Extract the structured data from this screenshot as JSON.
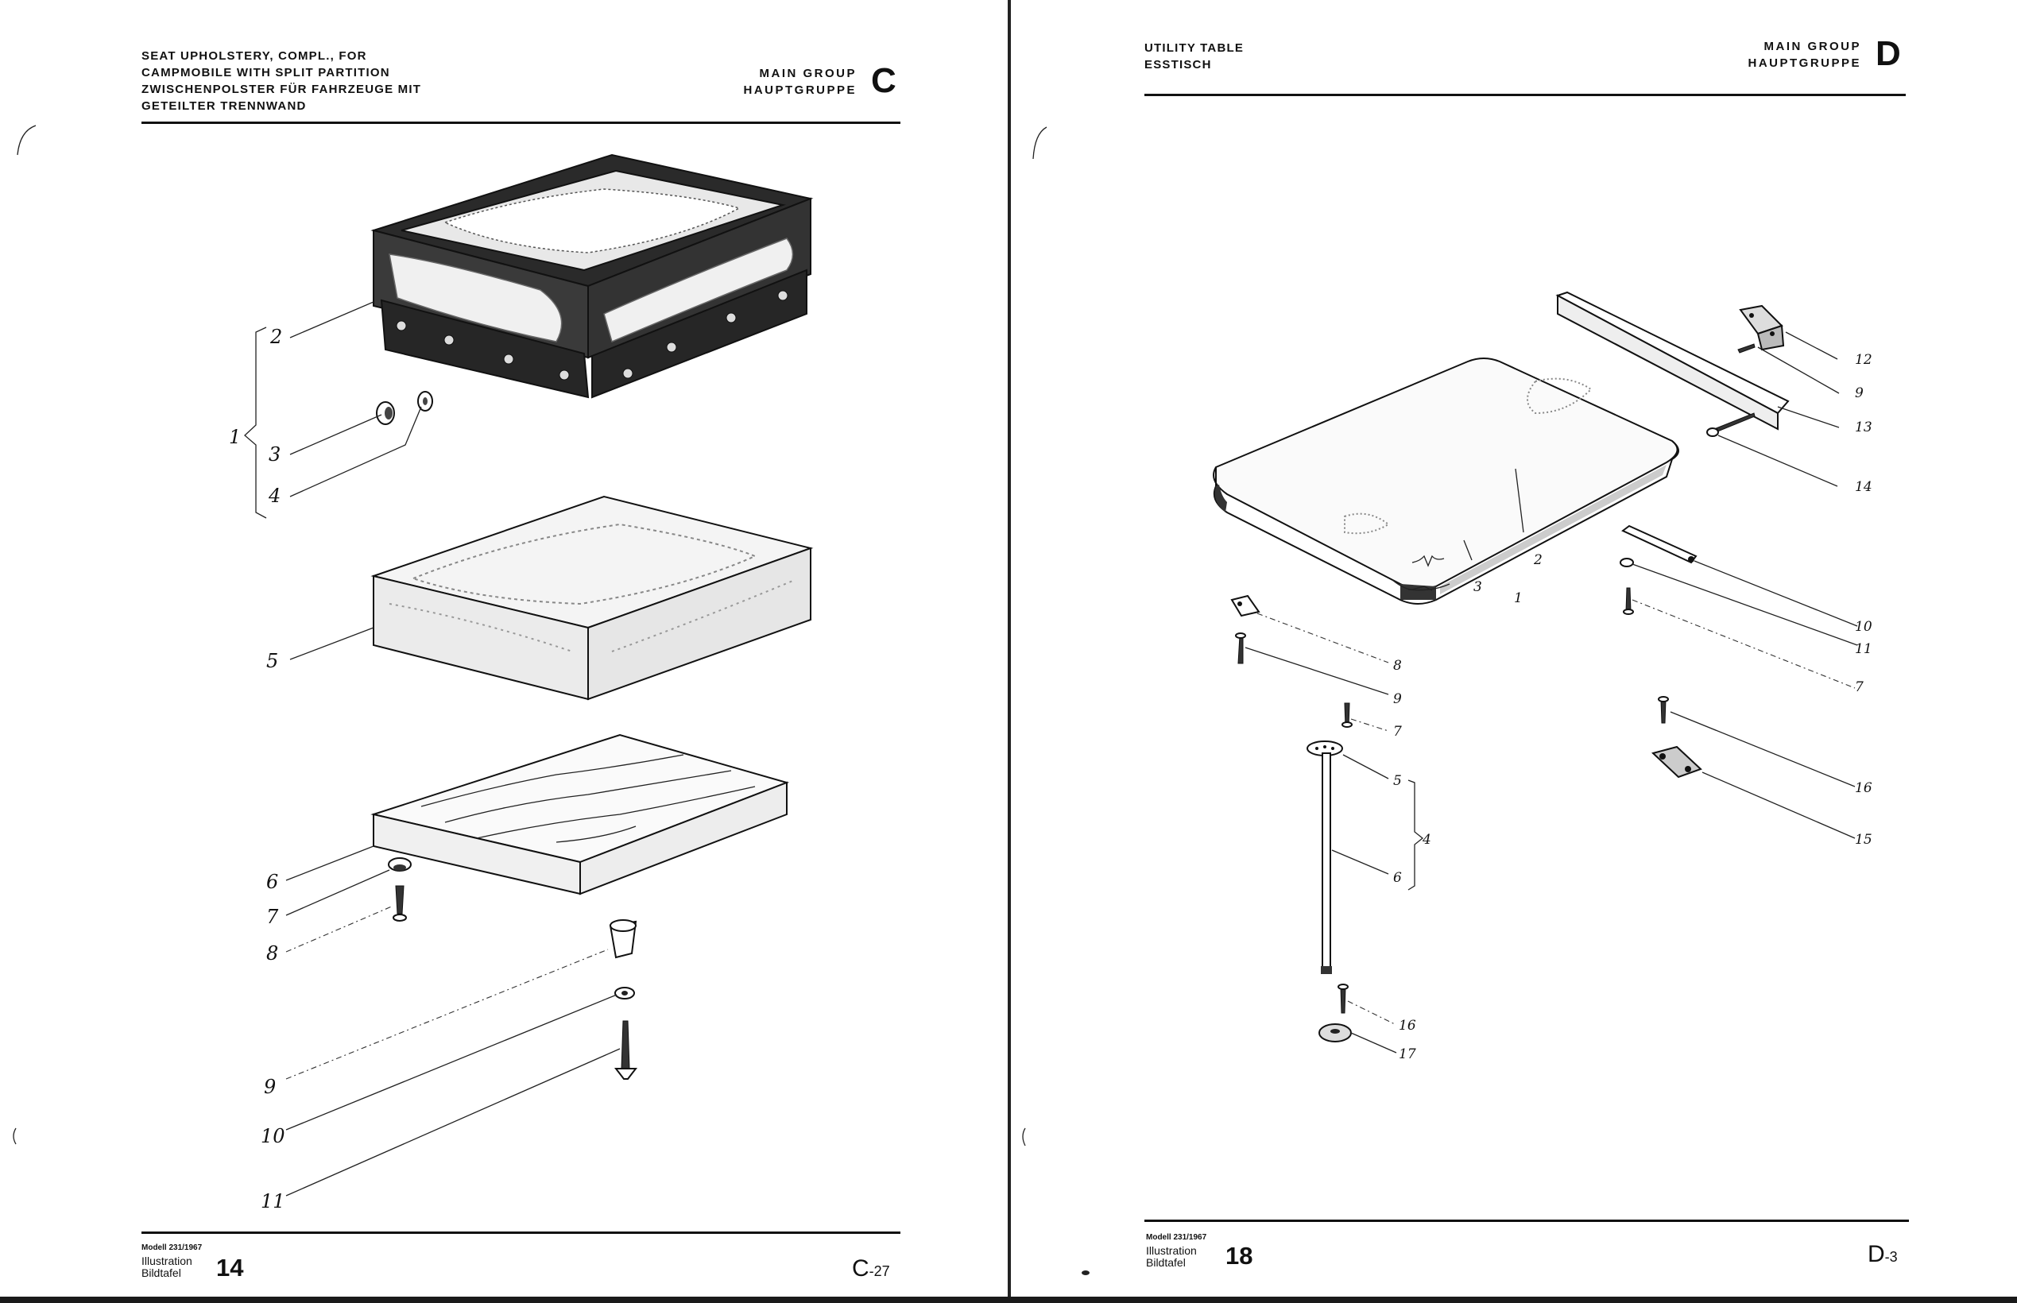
{
  "left_page": {
    "title_lines": [
      "SEAT UPHOLSTERY, COMPL., FOR",
      "CAMPMOBILE WITH SPLIT PARTITION",
      "ZWISCHENPOLSTER FÜR FAHRZEUGE MIT",
      "GETEILTER TRENNWAND"
    ],
    "main_group_en": "MAIN GROUP",
    "main_group_de": "HAUPTGRUPPE",
    "main_group_letter": "C",
    "part_labels": {
      "p1": "1",
      "p2": "2",
      "p3": "3",
      "p4": "4",
      "p5": "5",
      "p6": "6",
      "p7": "7",
      "p8": "8",
      "p9": "9",
      "p10": "10",
      "p11": "11"
    },
    "footer": {
      "modell": "Modell 231/1967",
      "illustration": "Illustration",
      "bildtafel": "Bildtafel",
      "number": "14",
      "page_ref_main": "C",
      "page_ref_num": "-27"
    }
  },
  "right_page": {
    "title_lines": [
      "UTILITY TABLE",
      "ESSTISCH"
    ],
    "main_group_en": "MAIN GROUP",
    "main_group_de": "HAUPTGRUPPE",
    "main_group_letter": "D",
    "part_labels": {
      "p1": "1",
      "p2": "2",
      "p3": "3",
      "p4": "4",
      "p5": "5",
      "p6": "6",
      "p7a": "7",
      "p7b": "7",
      "p8": "8",
      "p9a": "9",
      "p9b": "9",
      "p10": "10",
      "p11": "11",
      "p12": "12",
      "p13": "13",
      "p14": "14",
      "p15": "15",
      "p16a": "16",
      "p16b": "16",
      "p17": "17"
    },
    "footer": {
      "modell": "Modell 231/1967",
      "illustration": "Illustration",
      "bildtafel": "Bildtafel",
      "number": "18",
      "page_ref_main": "D",
      "page_ref_num": "-3"
    }
  }
}
